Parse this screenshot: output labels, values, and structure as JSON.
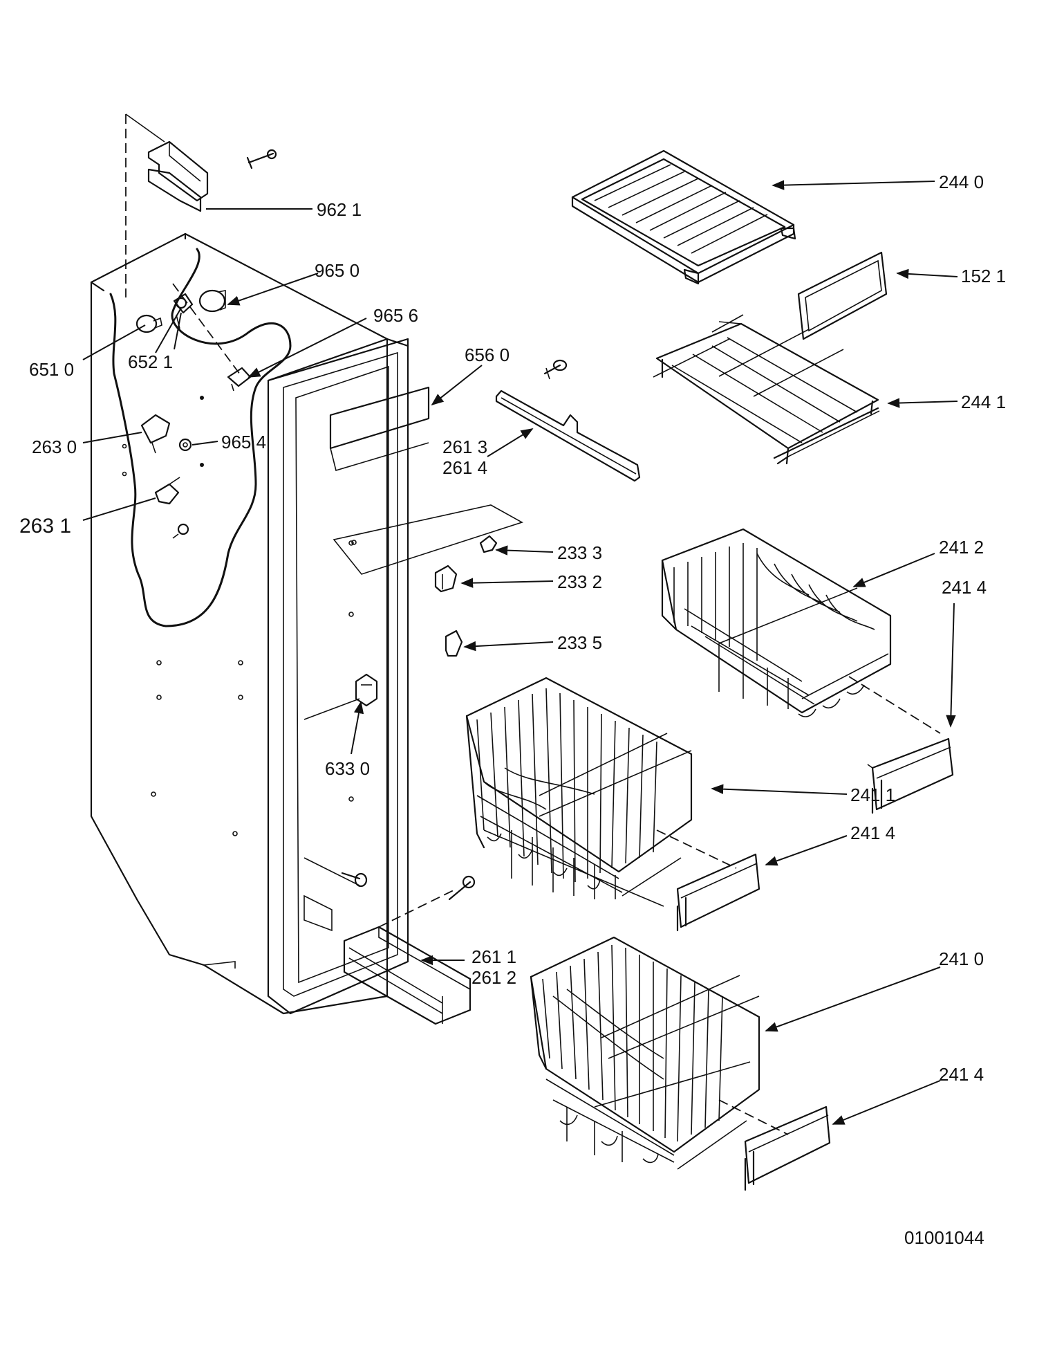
{
  "callouts": {
    "c9621": "962 1",
    "c9650": "965 0",
    "c9656": "965 6",
    "c6510": "651 0",
    "c6521": "652  1",
    "c2630": "263 0",
    "c9654": "965 4",
    "c2631": "263  1",
    "c6560": "656 0",
    "c2613": "261 3",
    "c2614": "261 4",
    "c2333": "233 3",
    "c2332": "233 2",
    "c2335": "233 5",
    "c6330": "633 0",
    "c2611": "261 1",
    "c2612": "261 2",
    "c2440": "244 0",
    "c1521": "152 1",
    "c2441": "244 1",
    "c2412": "241 2",
    "c2414a": "241 4",
    "c2411": "241 1",
    "c2414b": "241 4",
    "c2410": "241 0",
    "c2414c": "241 4"
  },
  "drawing_number": "01001044"
}
